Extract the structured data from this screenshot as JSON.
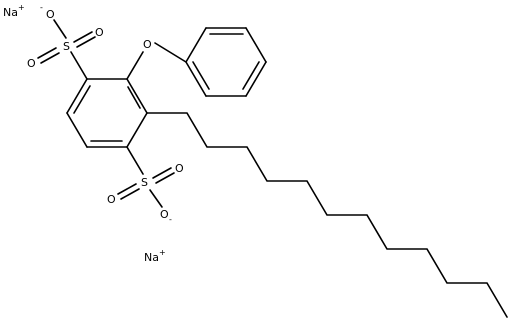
{
  "molecule": {
    "sodium_ion_1": {
      "symbol": "Na",
      "charge": "+"
    },
    "sodium_ion_2": {
      "symbol": "Na",
      "charge": "+"
    },
    "sulfonate_top": {
      "sulfur": "S",
      "oxygen_1": "O",
      "oxygen_2": "O",
      "oxygen_3": "O",
      "charge": "-"
    },
    "sulfonate_bottom": {
      "sulfur": "S",
      "oxygen_1": "O",
      "oxygen_2": "O",
      "oxygen_3": "O",
      "charge": "-"
    },
    "ether_oxygen": "O"
  },
  "colors": {
    "ink": "#000000",
    "background": "#ffffff"
  }
}
